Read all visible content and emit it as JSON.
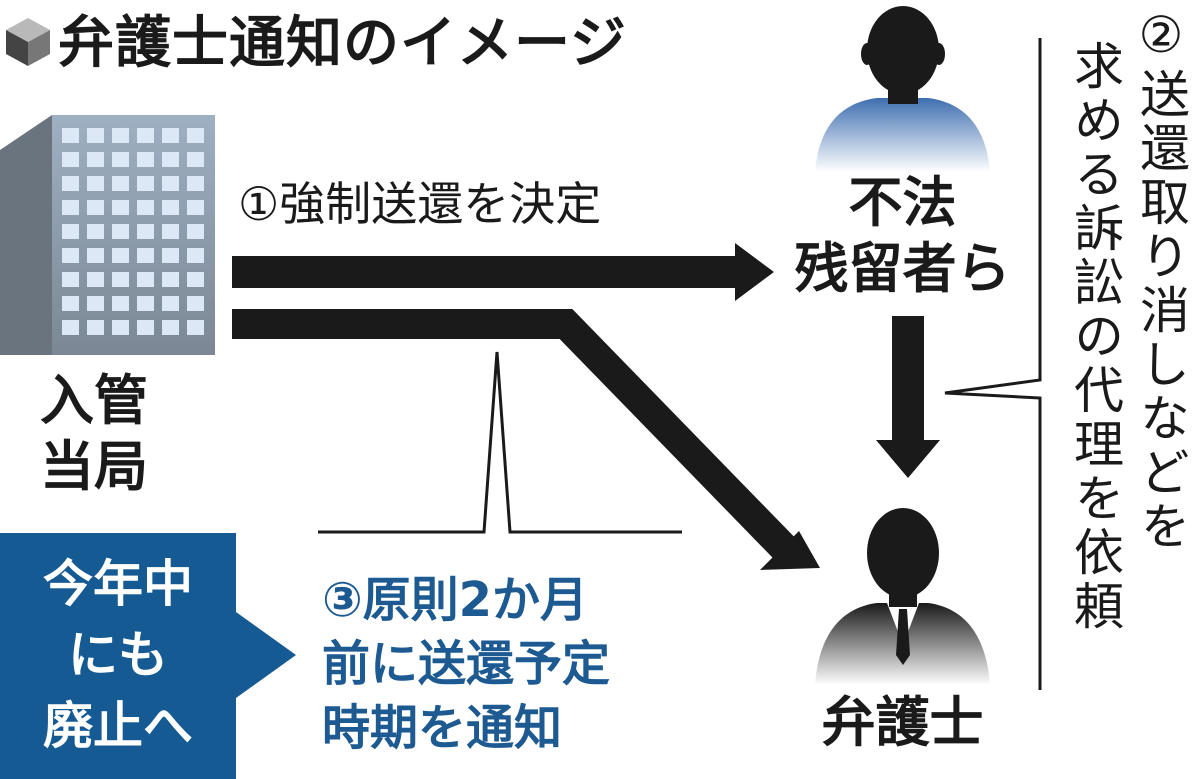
{
  "title": "弁護士通知のイメージ",
  "nodes": {
    "immigration": [
      "入管",
      "当局"
    ],
    "illegal_residents": [
      "不法",
      "残留者ら"
    ],
    "lawyer": "弁護士"
  },
  "steps": {
    "step1": "①強制送還を決定",
    "step2": [
      "②送還取り消しなどを",
      "求める訴訟の代理を依頼"
    ],
    "step3": [
      "③原則2か月",
      "前に送還予定",
      "時期を通知"
    ]
  },
  "badge": [
    "今年中",
    "にも",
    "廃止へ"
  ],
  "colors": {
    "accent_blue": "#155a93",
    "step3_text": "#1d5a91",
    "arrow": "#1a1a1a",
    "building": "#8a96a3"
  },
  "icons": [
    "title-cube-icon",
    "building-icon",
    "person-icon",
    "businessman-icon"
  ]
}
